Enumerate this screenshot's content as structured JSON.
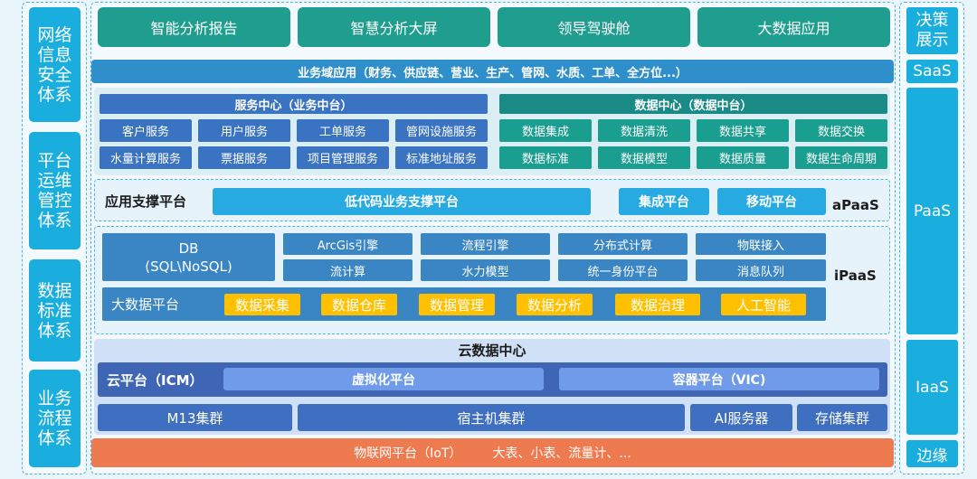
{
  "left": [
    "网络信息安全体系",
    "平台运维管控体系",
    "数据标准体系",
    "业务流程体系"
  ],
  "top_apps": [
    "智能分析报告",
    "智慧分析大屏",
    "领导驾驶舱",
    "大数据应用"
  ],
  "business_bar": "业务域应用（财务、供应链、营业、生产、管网、水质、工单、全方位...）",
  "service_center": {
    "title": "服务中心（业务中台）",
    "items": [
      "客户服务",
      "用户服务",
      "工单服务",
      "管网设施服务",
      "水量计算服务",
      "票据服务",
      "项目管理服务",
      "标准地址服务"
    ]
  },
  "data_center": {
    "title": "数据中心（数据中台）",
    "items": [
      "数据集成",
      "数据清洗",
      "数据共享",
      "数据交换",
      "数据标准",
      "数据模型",
      "数据质量",
      "数据生命周期"
    ]
  },
  "apaas": {
    "label": "应用支撑平台",
    "lowcode": "低代码业务支撑平台",
    "integration": "集成平台",
    "mobile": "移动平台",
    "tag": "aPaaS"
  },
  "ipaas": {
    "db": "DB\n(SQL\\NoSQL)",
    "grid": [
      "ArcGis引擎",
      "流程引擎",
      "分布式计算",
      "物联接入",
      "流计算",
      "水力模型",
      "统一身份平台",
      "消息队列"
    ],
    "bigdata_label": "大数据平台",
    "bigdata_items": [
      "数据采集",
      "数据仓库",
      "数据管理",
      "数据分析",
      "数据治理",
      "人工智能"
    ],
    "tag": "iPaaS"
  },
  "cloud": {
    "title": "云数据中心",
    "icm": "云平台（ICM）",
    "virtual": "虚拟化平台",
    "container": "容器平台（VIC)",
    "m13": "M13集群",
    "host": "宿主机集群",
    "ai": "AI服务器",
    "storage": "存储集群"
  },
  "iot": {
    "left": "物联网平台（IoT）",
    "right": "大表、小表、流量计、..."
  },
  "right": {
    "decision": "决策展示",
    "saas": "SaaS",
    "paas": "PaaS",
    "iaas": "IaaS",
    "edge": "边缘"
  }
}
